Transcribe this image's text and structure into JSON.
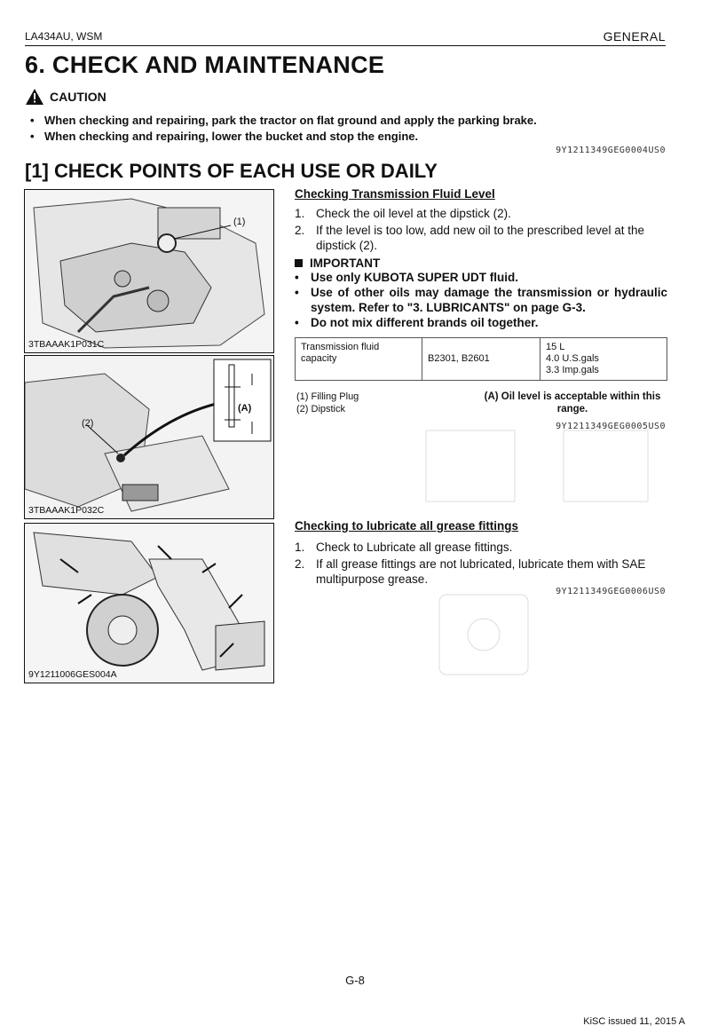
{
  "header": {
    "doc_code": "LA434AU, WSM",
    "section": "GENERAL"
  },
  "title": "6.   CHECK AND MAINTENANCE",
  "caution": {
    "label": "CAUTION",
    "items": [
      "When checking and repairing, park the tractor on flat ground and apply the parking brake.",
      "When checking and repairing, lower the bucket and stop the engine."
    ],
    "code": "9Y1211349GEG0004US0"
  },
  "section_title": "[1]  CHECK POINTS OF EACH USE OR DAILY",
  "figures": {
    "fig1": {
      "caption": "3TBAAAK1P031C",
      "callout": "(1)"
    },
    "fig2": {
      "caption": "3TBAAAK1P032C",
      "callout": "(2)",
      "inset_label": "(A)"
    },
    "fig3": {
      "caption": "9Y1211006GES004A"
    }
  },
  "transmission": {
    "heading": "Checking Transmission Fluid Level",
    "steps": [
      {
        "n": "1.",
        "text": "Check the oil level at the dipstick (2)."
      },
      {
        "n": "2.",
        "text": "If the level is too low, add new oil to the prescribed level at the dipstick (2)."
      }
    ],
    "important_label": "IMPORTANT",
    "important_items": [
      "Use only KUBOTA SUPER UDT fluid.",
      "Use of other oils may damage the transmission or hydraulic system. Refer to \"3. LUBRICANTS\" on page G-3.",
      "Do not mix different brands oil together."
    ],
    "spec": {
      "label": "Transmission fluid capacity",
      "models": "B2301, B2601",
      "values": [
        "15 L",
        "4.0 U.S.gals",
        "3.3 Imp.gals"
      ]
    },
    "legend": [
      "(1)  Filling Plug",
      "(2)  Dipstick"
    ],
    "legend_a": "(A)  Oil level is acceptable within this range.",
    "code": "9Y1211349GEG0005US0"
  },
  "grease": {
    "heading": "Checking to lubricate all grease fittings",
    "steps": [
      {
        "n": "1.",
        "text": "Check to Lubricate all grease fittings."
      },
      {
        "n": "2.",
        "text": "If all grease fittings are not lubricated, lubricate them with SAE multipurpose grease."
      }
    ],
    "code": "9Y1211349GEG0006US0"
  },
  "footer": {
    "page": "G-8",
    "issue": "KiSC issued 11, 2015 A"
  }
}
